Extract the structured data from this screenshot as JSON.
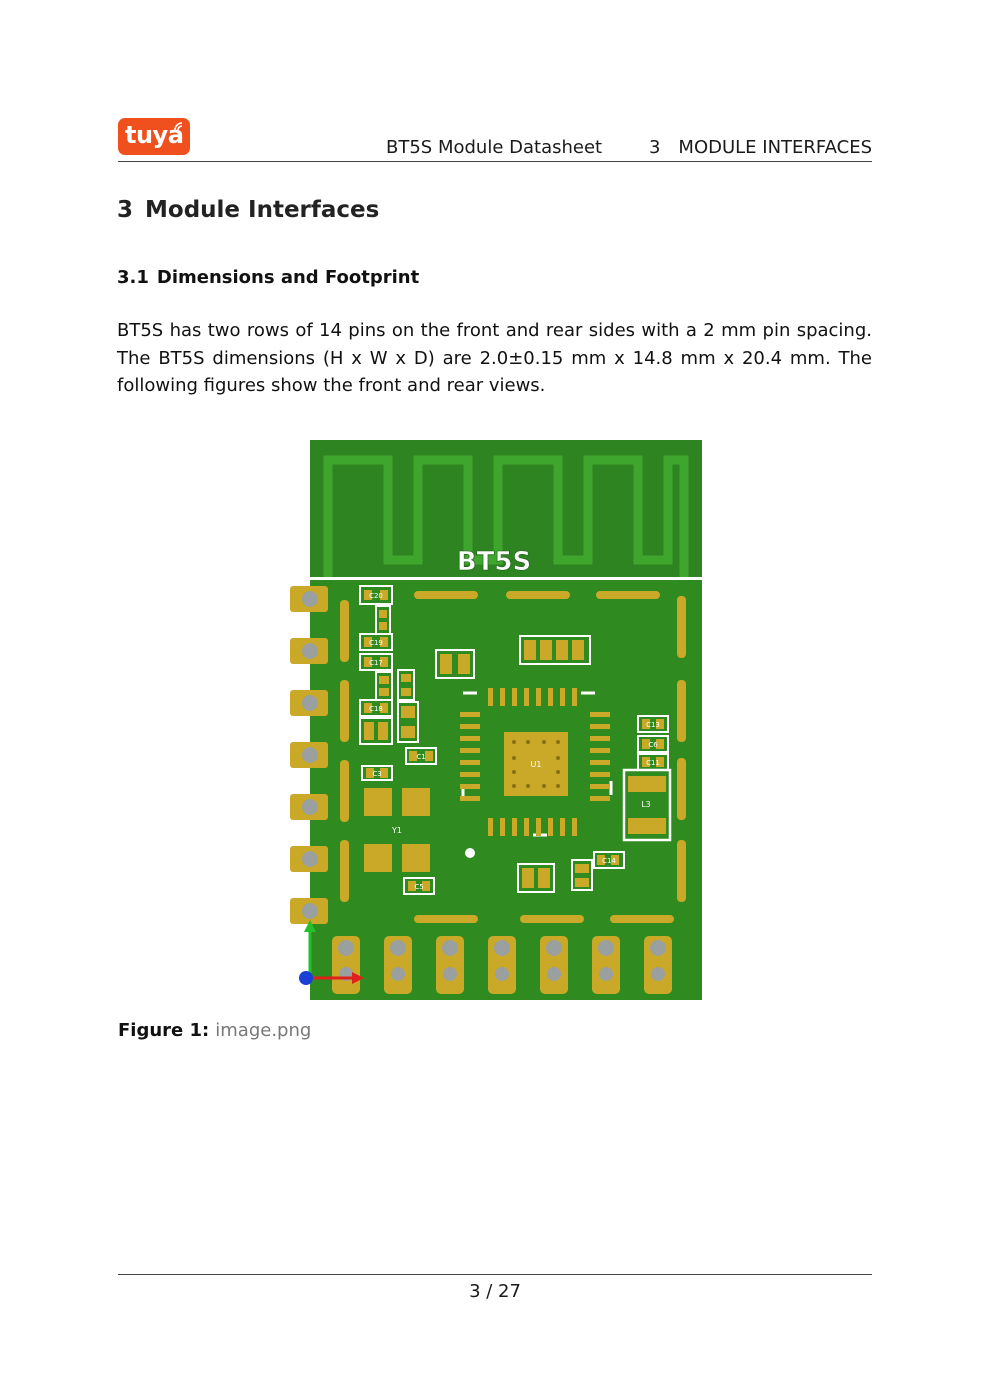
{
  "header": {
    "logo_text": "tuya",
    "doc_title": "BT5S Module Datasheet",
    "section_num": "3",
    "section_name": "MODULE INTERFACES"
  },
  "section": {
    "num": "3",
    "title": "Module Interfaces"
  },
  "subsection": {
    "num": "3.1",
    "title": "Dimensions and Footprint"
  },
  "body": {
    "paragraph": "BT5S has two rows of 14 pins on the front and rear sides with a 2 mm pin spacing. The BT5S dimensions (H x W x D) are 2.0±0.15 mm x 14.8 mm x 20.4 mm.  The following figures show the front and rear views."
  },
  "figure": {
    "board_label": "BT5S",
    "chip_label": "U1",
    "inductor_label": "L3",
    "crystal_label": "Y1",
    "component_labels": [
      "C20",
      "C19",
      "C17",
      "C18",
      "C3",
      "C1",
      "C5",
      "C13",
      "C6",
      "C11",
      "C14"
    ],
    "colors": {
      "pcb": "#2f8a1f",
      "pad": "#c9a927",
      "silk": "#ffffff"
    },
    "caption_label": "Figure 1:",
    "caption_text": "image.png"
  },
  "footer": {
    "page": "3 / 27"
  }
}
